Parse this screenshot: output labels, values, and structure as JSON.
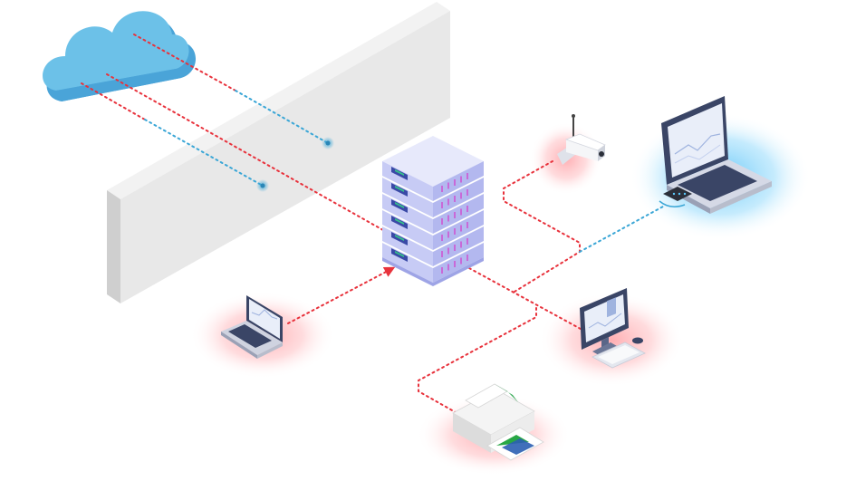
{
  "diagram": {
    "title": "",
    "nodes": [
      {
        "id": "cloud",
        "kind": "cloud-icon"
      },
      {
        "id": "firewall",
        "kind": "firewall-wall"
      },
      {
        "id": "server",
        "kind": "server-rack-icon"
      },
      {
        "id": "camera",
        "kind": "ip-camera-icon",
        "status": "alert"
      },
      {
        "id": "laptop-wifi",
        "kind": "laptop-icon",
        "status": "wireless"
      },
      {
        "id": "laptop-left",
        "kind": "laptop-icon",
        "status": "alert"
      },
      {
        "id": "desktop",
        "kind": "desktop-computer-icon",
        "status": "alert"
      },
      {
        "id": "printer",
        "kind": "printer-icon",
        "status": "alert"
      }
    ],
    "links": [
      {
        "from": "cloud",
        "to": "firewall",
        "style": "dotted",
        "color": "blue"
      },
      {
        "from": "cloud",
        "to": "firewall",
        "style": "dotted",
        "color": "blue"
      },
      {
        "from": "cloud",
        "to": "server",
        "style": "dotted",
        "color": "red"
      },
      {
        "from": "laptop-left",
        "to": "server",
        "style": "dotted-arrow",
        "color": "red"
      },
      {
        "from": "server",
        "to": "camera",
        "style": "dotted",
        "color": "red"
      },
      {
        "from": "server",
        "to": "desktop",
        "style": "dotted",
        "color": "red"
      },
      {
        "from": "server",
        "to": "printer",
        "style": "dotted",
        "color": "red"
      },
      {
        "from": "server",
        "to": "laptop-wifi",
        "style": "dotted",
        "color": "blue"
      }
    ],
    "colors": {
      "link_red": "#e8323c",
      "link_blue": "#3aa6d6",
      "alert_glow": "#ff8a8f",
      "wireless_glow": "#5ac8fa",
      "cloud": "#6cc1e8",
      "wall": "#e6e6e6",
      "server": "#c7cbf5",
      "device_dark": "#3a4566"
    }
  }
}
